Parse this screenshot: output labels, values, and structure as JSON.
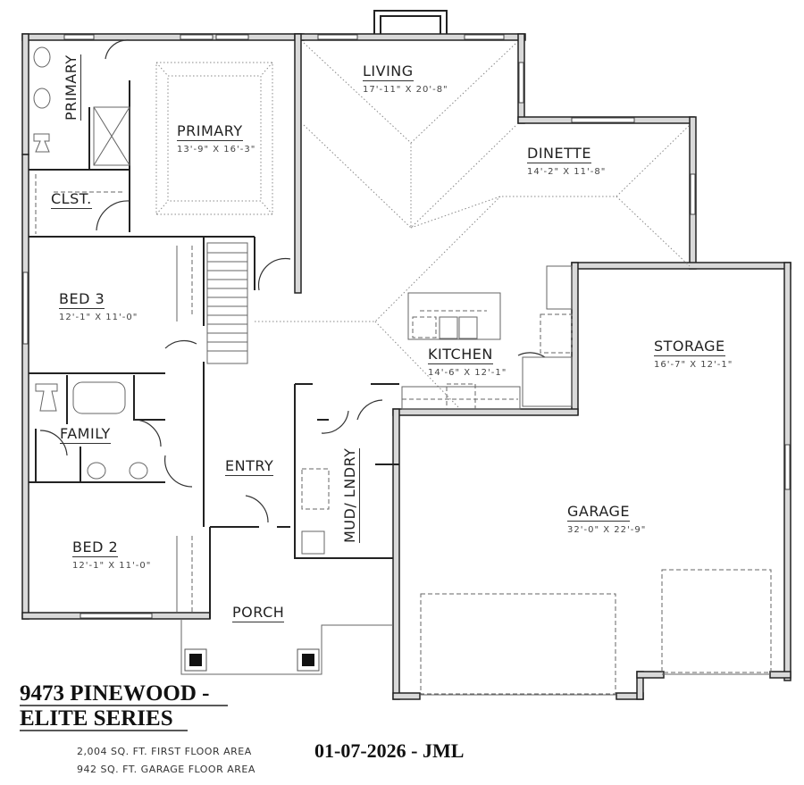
{
  "plan": {
    "title_line1": "9473 PINEWOOD -",
    "title_line2": "ELITE SERIES",
    "first_floor_area": "2,004 SQ. FT. FIRST FLOOR AREA",
    "garage_floor_area": "942 SQ. FT. GARAGE FLOOR AREA",
    "date_initials": "01-07-2026 - JML"
  },
  "rooms": {
    "primary_bath": {
      "name": "PRIMARY"
    },
    "primary": {
      "name": "PRIMARY",
      "dim": "13'-9\" X 16'-3\""
    },
    "closet": {
      "name": "CLST."
    },
    "living": {
      "name": "LIVING",
      "dim": "17'-11\" X 20'-8\""
    },
    "dinette": {
      "name": "DINETTE",
      "dim": "14'-2\" X 11'-8\""
    },
    "bed3": {
      "name": "BED 3",
      "dim": "12'-1\" X 11'-0\""
    },
    "kitchen": {
      "name": "KITCHEN",
      "dim": "14'-6\" X 12'-1\""
    },
    "storage": {
      "name": "STORAGE",
      "dim": "16'-7\" X 12'-1\""
    },
    "family": {
      "name": "FAMILY"
    },
    "entry": {
      "name": "ENTRY"
    },
    "mud_laundry": {
      "name": "MUD/ LNDRY"
    },
    "garage": {
      "name": "GARAGE",
      "dim": "32'-0\" X 22'-9\""
    },
    "bed2": {
      "name": "BED 2",
      "dim": "12'-1\" X 11'-0\""
    },
    "porch": {
      "name": "PORCH"
    }
  },
  "colors": {
    "wall_fill": "#d9d9d9",
    "wall_line": "#222222",
    "fixture_line": "#555555"
  }
}
